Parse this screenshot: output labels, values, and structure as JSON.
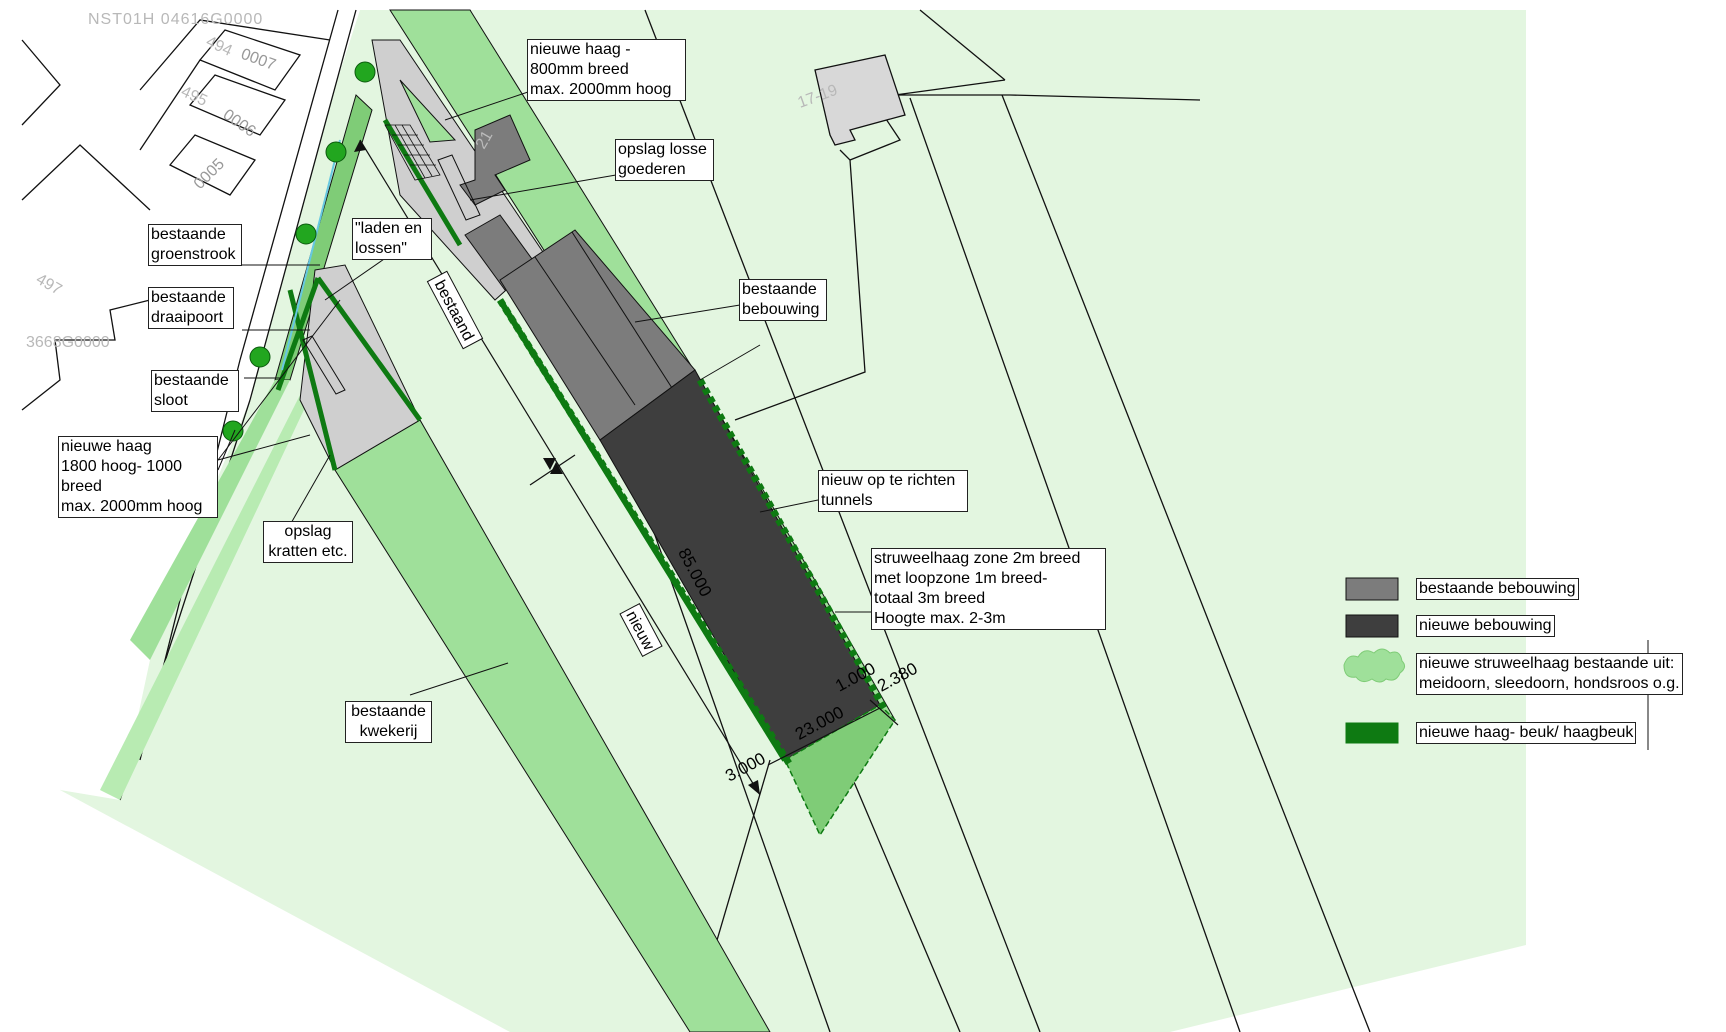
{
  "colors": {
    "light_green": "#e3f6e0",
    "mid_green": "#9fe09a",
    "strip_green": "#7fcc77",
    "hedge_green": "#0e7a12",
    "existing_building": "#7c7c7c",
    "new_building": "#3e3e3e",
    "paved_grey": "#cfcfcf",
    "tree_green": "#22a61f"
  },
  "parcel_labels": {
    "top_code": "NST01H 04616G0000",
    "side_code": "3668G0000",
    "n497": "497",
    "n494": "494",
    "n495": "495",
    "plot_0007": "0007",
    "plot_0006": "0006",
    "plot_0005": "0005",
    "plot_17_19": "17-19",
    "plot_21": "21"
  },
  "callouts": {
    "nieuwe_haag_800": "nieuwe haag -\n800mm breed\nmax. 2000mm hoog",
    "opslag_losse": "opslag losse\ngoederen",
    "laden_lossen": "\"laden en\nlossen\"",
    "bestaande_groenstrook": "bestaande\ngroenstrook",
    "bestaande_draaipoort": "bestaande\ndraaipoort",
    "bestaande_sloot": "bestaande\nsloot",
    "nieuwe_haag_1800": "nieuwe haag\n1800 hoog- 1000\nbreed\nmax. 2000mm hoog",
    "opslag_kratten": "opslag\nkratten etc.",
    "bestaande_bebouwing": "bestaande\nbebouwing",
    "nieuw_tunnels": "nieuw op te richten\ntunnels",
    "struweelhaag": "struweelhaag zone 2m breed\nmet loopzone 1m breed-\ntotaal 3m breed\nHoogte max. 2-3m",
    "bestaande_kwekerij": "bestaande\nkwekerij"
  },
  "dimensions": {
    "bestaand": "bestaand",
    "nieuw": "nieuw",
    "length_85": "85.000",
    "width_23": "23.000",
    "d_3000": "3.000",
    "d_1000": "1.000",
    "d_2380": "2.380"
  },
  "legend": {
    "items": [
      {
        "label": "bestaande bebouwing",
        "swatch": "existing-building"
      },
      {
        "label": "nieuwe bebouwing",
        "swatch": "new-building"
      },
      {
        "label": "nieuwe struweelhaag bestaande uit:\nmeidoorn, sleedoorn, hondsroos o.g.",
        "swatch": "shrub-hedge"
      },
      {
        "label": "nieuwe haag- beuk/ haagbeuk",
        "swatch": "beech-hedge"
      }
    ]
  }
}
